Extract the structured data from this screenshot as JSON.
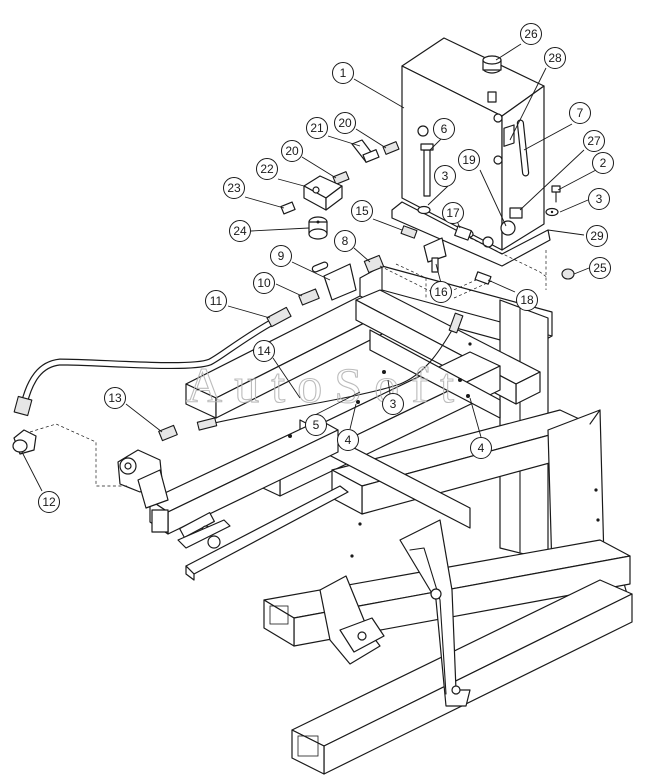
{
  "watermark": "AutoSoft",
  "callouts": [
    {
      "id": "c1",
      "label": "1"
    },
    {
      "id": "c2",
      "label": "2"
    },
    {
      "id": "c3a",
      "label": "3"
    },
    {
      "id": "c3b",
      "label": "3"
    },
    {
      "id": "c3c",
      "label": "3"
    },
    {
      "id": "c4a",
      "label": "4"
    },
    {
      "id": "c4b",
      "label": "4"
    },
    {
      "id": "c5",
      "label": "5"
    },
    {
      "id": "c6",
      "label": "6"
    },
    {
      "id": "c7",
      "label": "7"
    },
    {
      "id": "c8",
      "label": "8"
    },
    {
      "id": "c9",
      "label": "9"
    },
    {
      "id": "c10",
      "label": "10"
    },
    {
      "id": "c11",
      "label": "11"
    },
    {
      "id": "c12",
      "label": "12"
    },
    {
      "id": "c13",
      "label": "13"
    },
    {
      "id": "c14",
      "label": "14"
    },
    {
      "id": "c15",
      "label": "15"
    },
    {
      "id": "c16",
      "label": "16"
    },
    {
      "id": "c17",
      "label": "17"
    },
    {
      "id": "c18",
      "label": "18"
    },
    {
      "id": "c19",
      "label": "19"
    },
    {
      "id": "c20a",
      "label": "20"
    },
    {
      "id": "c20b",
      "label": "20"
    },
    {
      "id": "c21",
      "label": "21"
    },
    {
      "id": "c22",
      "label": "22"
    },
    {
      "id": "c23",
      "label": "23"
    },
    {
      "id": "c24",
      "label": "24"
    },
    {
      "id": "c25",
      "label": "25"
    },
    {
      "id": "c26",
      "label": "26"
    },
    {
      "id": "c27",
      "label": "27"
    },
    {
      "id": "c28",
      "label": "28"
    },
    {
      "id": "c29",
      "label": "29"
    }
  ]
}
